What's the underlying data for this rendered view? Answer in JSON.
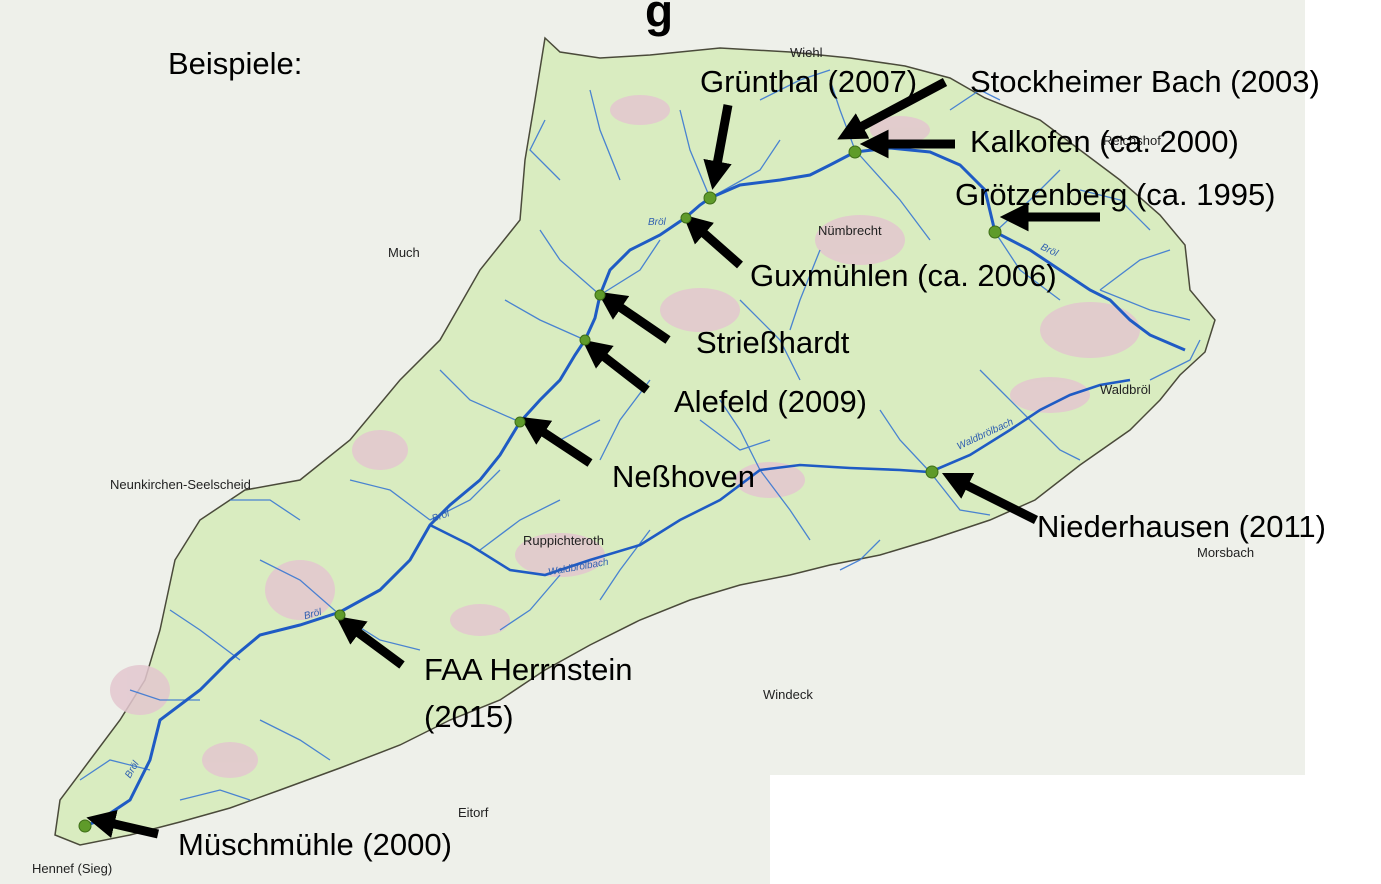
{
  "slide": {
    "title_fragment": "g",
    "examples_label": "Beispiele:"
  },
  "colors": {
    "background_map": "#eef0ea",
    "catchment_fill": "#d9ecc0",
    "river": "#1f5bc4",
    "tributary": "#3a78d2",
    "site_marker": "#5f9b2a",
    "arrow": "#000000"
  },
  "towns": {
    "wiehl": "Wiehl",
    "reichshof": "Reichshof",
    "nuembrecht": "Nümbrecht",
    "much": "Much",
    "waldbroel": "Waldbröl",
    "neunkirchen": "Neunkirchen-Seelscheid",
    "ruppichteroth": "Ruppichteroth",
    "morsbach": "Morsbach",
    "windeck": "Windeck",
    "eitorf": "Eitorf",
    "hennef": "Hennef (Sieg)"
  },
  "rivers": {
    "broel_1": "Bröl",
    "broel_2": "Bröl",
    "broel_3": "Bröl",
    "broel_4": "Bröl",
    "broel_5": "Bröl",
    "waldbroelbach_1": "Waldbrölbach",
    "waldbroelbach_2": "Waldbrölbach"
  },
  "sites": {
    "gruenthal": "Grünthal (2007)",
    "stockheimer": "Stockheimer Bach (2003)",
    "kalkofen": "Kalkofen (ca. 2000)",
    "groetzenberg": "Grötzenberg (ca. 1995)",
    "guxmuehlen": "Guxmühlen (ca. 2006)",
    "striesshardt": "Strießhardt",
    "alefeld": "Alefeld (2009)",
    "nesshoven": "Neßhoven",
    "niederhausen": "Niederhausen (2011)",
    "faa_line1": "FAA Herrnstein",
    "faa_line2": "(2015)",
    "mueschmuehle": "Müschmühle (2000)"
  }
}
